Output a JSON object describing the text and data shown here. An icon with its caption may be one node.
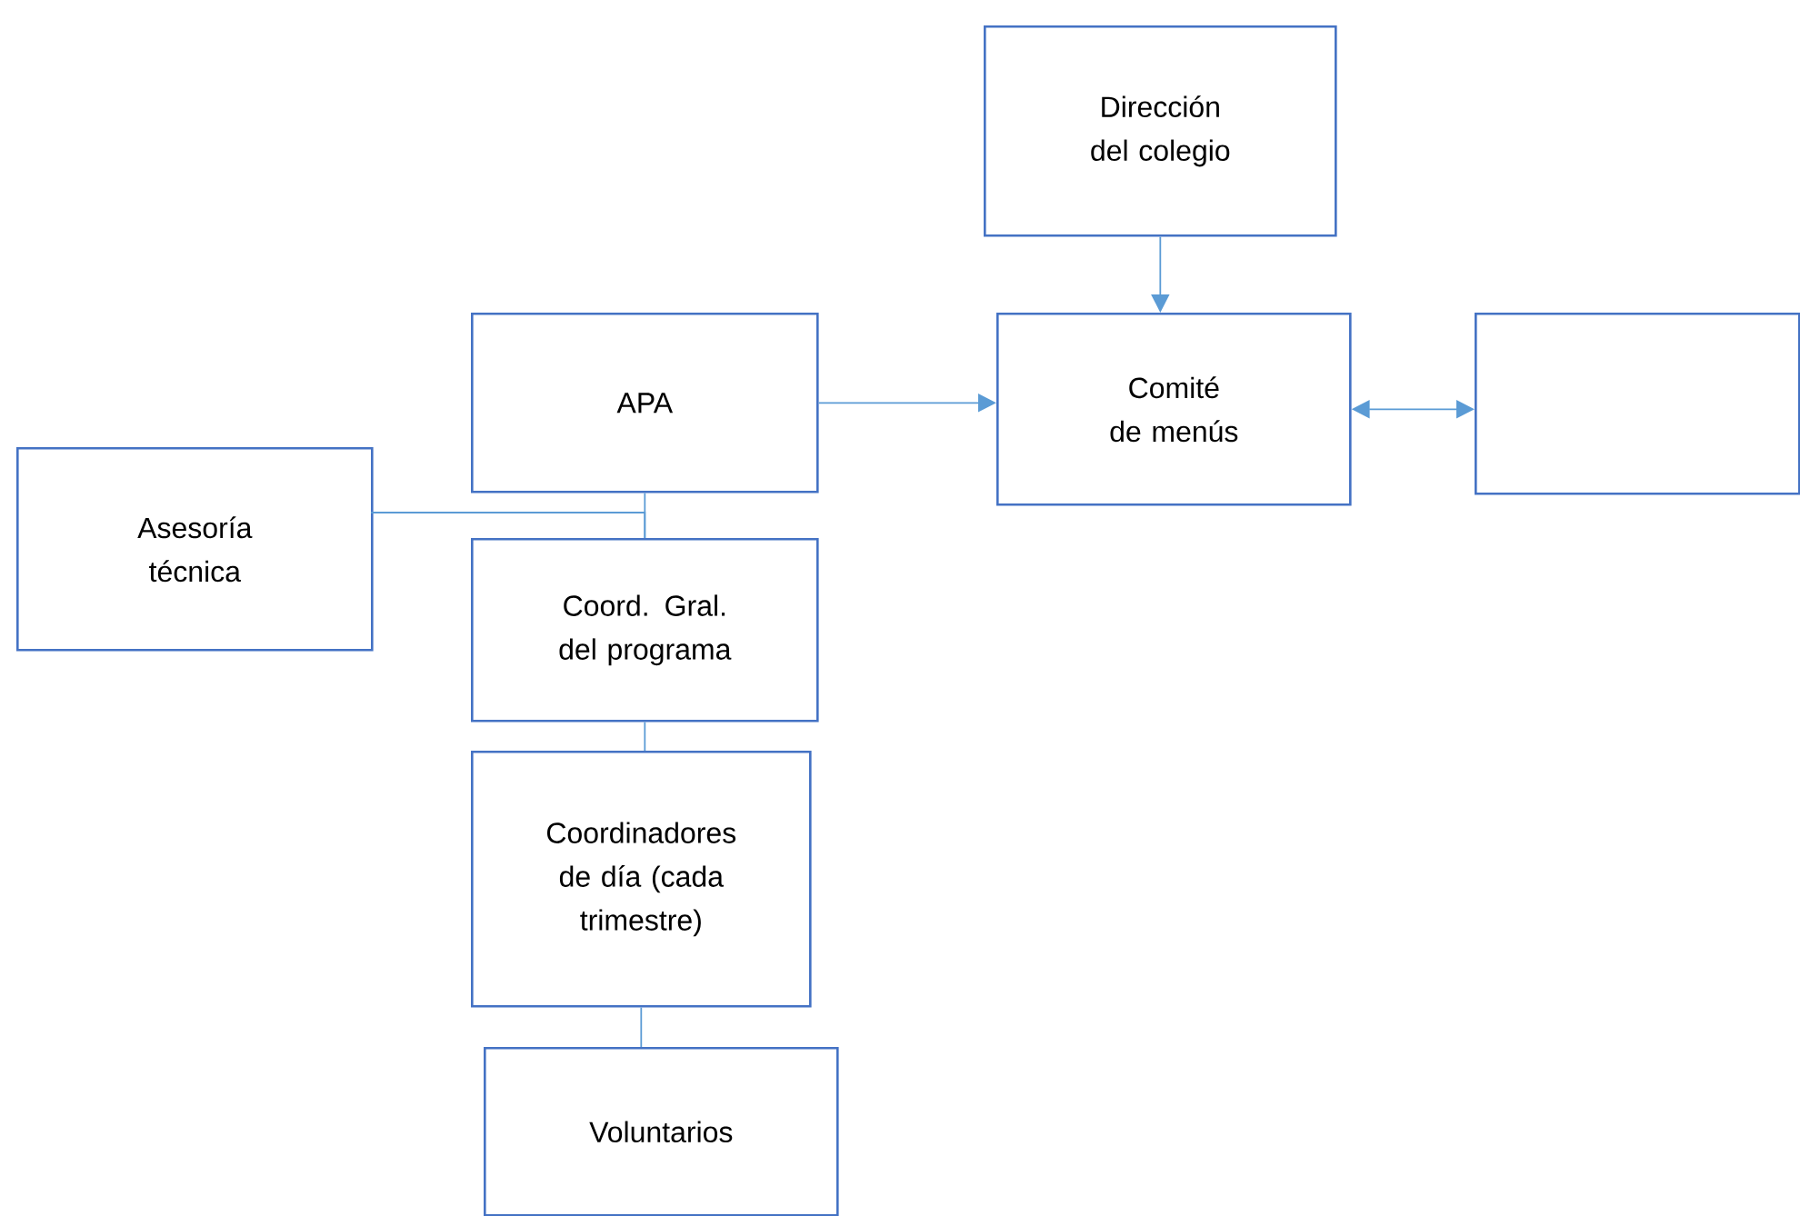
{
  "diagram": {
    "nodes": [
      {
        "text": [
          "Dirección del colegio"
        ]
      },
      {
        "text": [
          "APA"
        ]
      },
      {
        "text": [
          "Comité de menús"
        ]
      },
      {
        "text": [],
        "shape": "box"
      },
      {
        "text": [
          "Asesoría técnica"
        ]
      },
      {
        "text": [
          "Coord. Gral. del programa"
        ]
      },
      {
        "text": [
          "Coordinadores de día (cada trimestre)"
        ]
      },
      {
        "text": [
          "Voluntarios"
        ]
      }
    ],
    "edges": [
      {
        "from": 0,
        "to": 2,
        "arrow": "to"
      },
      {
        "from": 1,
        "to": 2,
        "arrow": "to"
      },
      {
        "from": 2,
        "to": 3,
        "arrow": "both"
      },
      {
        "from": 1,
        "to": 5,
        "arrow": "none"
      },
      {
        "from": 4,
        "to": 5,
        "arrow": "none"
      },
      {
        "from": 5,
        "to": 6,
        "arrow": "none"
      },
      {
        "from": 6,
        "to": 7,
        "arrow": "none"
      }
    ]
  }
}
